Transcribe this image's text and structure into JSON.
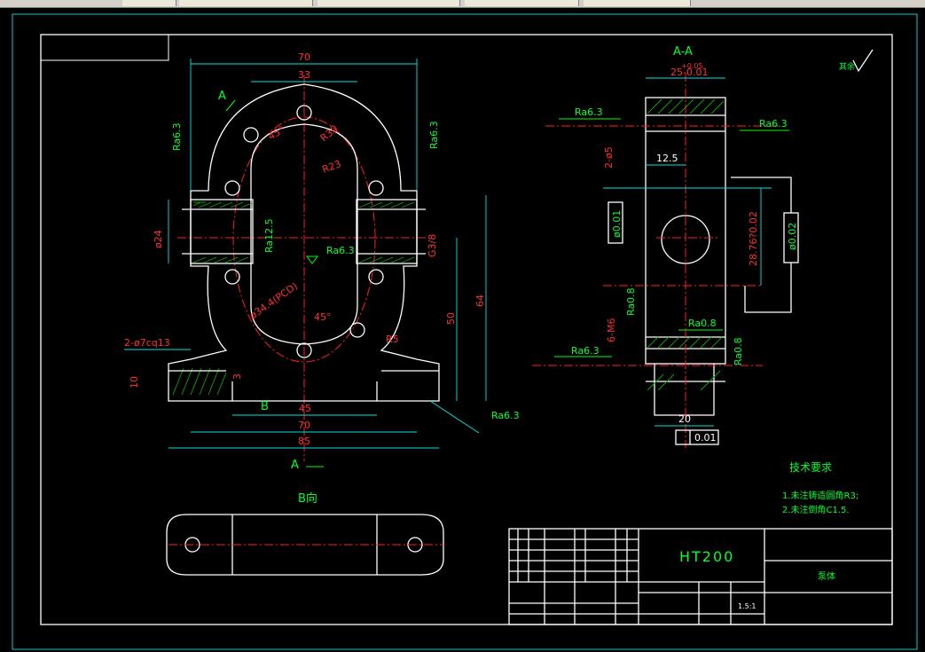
{
  "section_title": "A-A",
  "view_b_title": "B向",
  "view_arrow_a_top": "A",
  "view_arrow_a_bottom": "A",
  "view_arrow_b": "B",
  "remaining_roughness": "其余",
  "dimensions": {
    "top_70": "70",
    "top_33": "33",
    "r30": "R30",
    "r23": "R23",
    "angle_45_top": "45°",
    "dia24": "ø24",
    "g3_8": "G3/8",
    "ra12_5": "Ra12.5",
    "ra6_3_center": "Ra6.3",
    "ra6_3_left": "Ra6.3",
    "ra6_3_right": "Ra6.3",
    "dim_50": "50",
    "dim_64": "64",
    "bolt_circle": "ø34.4(PCD)",
    "angle_45_bottom": "45°",
    "r5": "R5",
    "holes": "2-ø7cq13",
    "dim_10": "10",
    "dim_3": "3",
    "dim_45": "45",
    "dim_70_bottom": "70",
    "dim_85": "85",
    "ra6_3_base": "Ra6.3",
    "sec_tol": "25-0.01",
    "sec_tol_upper": "+0.05",
    "sec_ra6_3_left_top": "Ra6.3",
    "sec_ra6_3_right_top": "Ra6.3",
    "sec_2_dia5": "2-ø5",
    "sec_12_5": "12.5",
    "sec_flat": "ø0.01",
    "sec_height": "28.76?0.02",
    "sec_par": "ø0.02",
    "sec_ra0_8_left": "Ra0.8",
    "sec_6_m6": "6-M6",
    "sec_ra0_8_mid": "Ra0.8",
    "sec_ra0_8_right": "Ra0.8",
    "sec_ra6_3_left_bottom": "Ra6.3",
    "sec_20": "20",
    "sec_par_bottom": "0.01"
  },
  "tech_req": {
    "title": "技术要求",
    "line1": "1.未注铸造圆角R3;",
    "line2": "2.未注倒角C1.5."
  },
  "title_block": {
    "material": "HT200",
    "part_name": "泵体",
    "scale": "1.5:1"
  },
  "colors": {
    "background": "#000000",
    "outline": "#ffffff",
    "centerline": "#ff2020",
    "dimension": "#00e5e5",
    "text": "#00ff30",
    "hatch": "#00aa00",
    "frame": "#00e5e5"
  }
}
